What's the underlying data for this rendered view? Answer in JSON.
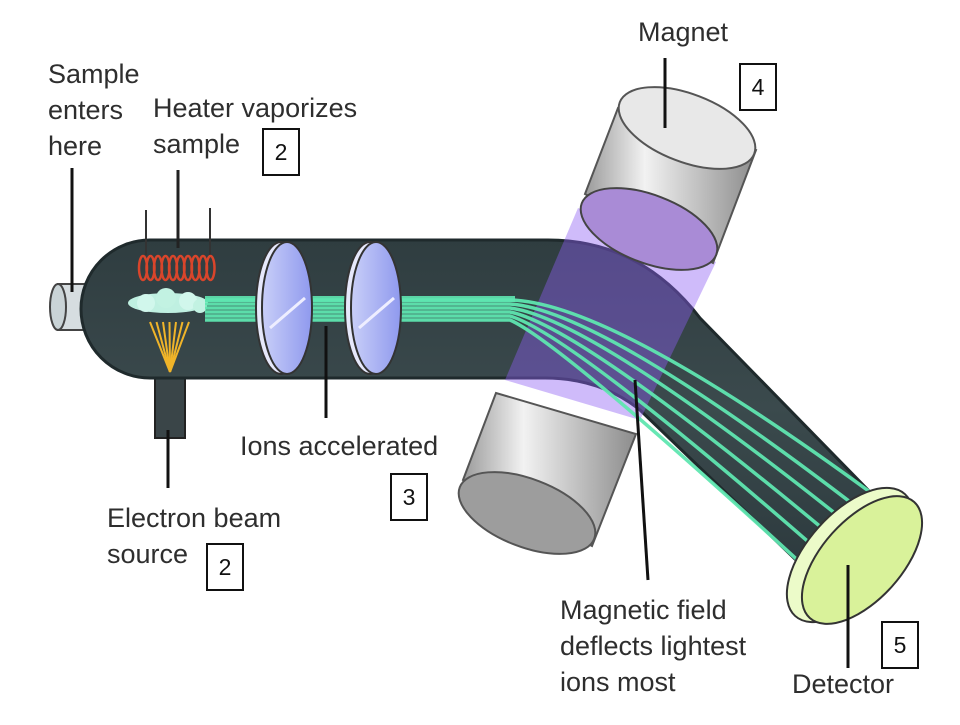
{
  "labels": {
    "magnet": "Magnet",
    "sample_enters": [
      "Sample",
      "enters",
      "here"
    ],
    "heater": [
      "Heater vaporizes",
      "sample"
    ],
    "ions_accelerated": "Ions accelerated",
    "electron_beam": [
      "Electron beam",
      "source"
    ],
    "magnetic_field": [
      "Magnetic field",
      "deflects lightest",
      "ions most"
    ],
    "detector": "Detector"
  },
  "step_boxes": {
    "heater": "2",
    "electron_beam": "2",
    "ions_accelerated": "3",
    "magnet": "4",
    "detector": "5"
  },
  "colors": {
    "tube": "#3b4a4d",
    "ion_beam": "#5fe6b0",
    "accelerator_plate": "#a9b3f5",
    "magnetic_field": "#9a6cf0",
    "heater_coil": "#d9452b",
    "electron_beam": "#f0b429",
    "detector": "#e4f5a1"
  }
}
